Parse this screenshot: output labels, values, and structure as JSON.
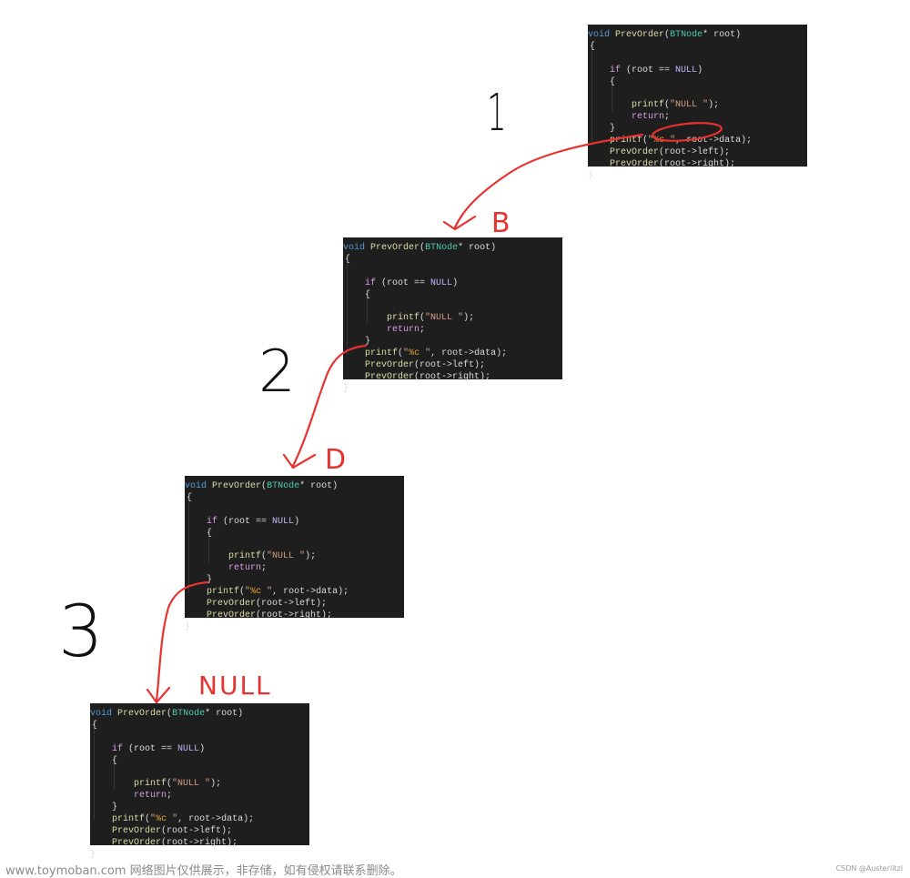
{
  "code": {
    "l1_void": "void",
    "l1_fn": "PrevOrder",
    "l1_open": "(",
    "l1_type": "BTNode",
    "l1_rest": "* root)",
    "l2": "{",
    "l3_if": "if",
    "l3_a": " (root == ",
    "l3_null": "NULL",
    "l3_b": ")",
    "l4": "{",
    "l5_fn": "printf",
    "l5_a": "(",
    "l5_str": "\"NULL \"",
    "l5_b": ");",
    "l6_ret": "return",
    "l6_b": ";",
    "l7": "}",
    "l8_fn": "printf",
    "l8_a": "(",
    "l8_q": "\"",
    "l8_fmt": "%c",
    "l8_q2": " \"",
    "l8_rest": ", root->data);",
    "l9_fn": "PrevOrder",
    "l9_rest": "(root->left);",
    "l10_fn": "PrevOrder",
    "l10_rest": "(root->right);",
    "l11": "}"
  },
  "labels": {
    "step1": "1",
    "step2": "2",
    "step3": "3",
    "node_b": "B",
    "node_d": "D",
    "node_null": "NULL"
  },
  "footer": {
    "left": "www.toymoban.com 网络图片仅供展示，非存储，如有侵权请联系删除。",
    "right": "CSDN @Austerlitzl"
  },
  "colors": {
    "panel_bg": "#1e1e1e",
    "annotation_red": "#e8322f",
    "annotation_black": "#111111"
  }
}
